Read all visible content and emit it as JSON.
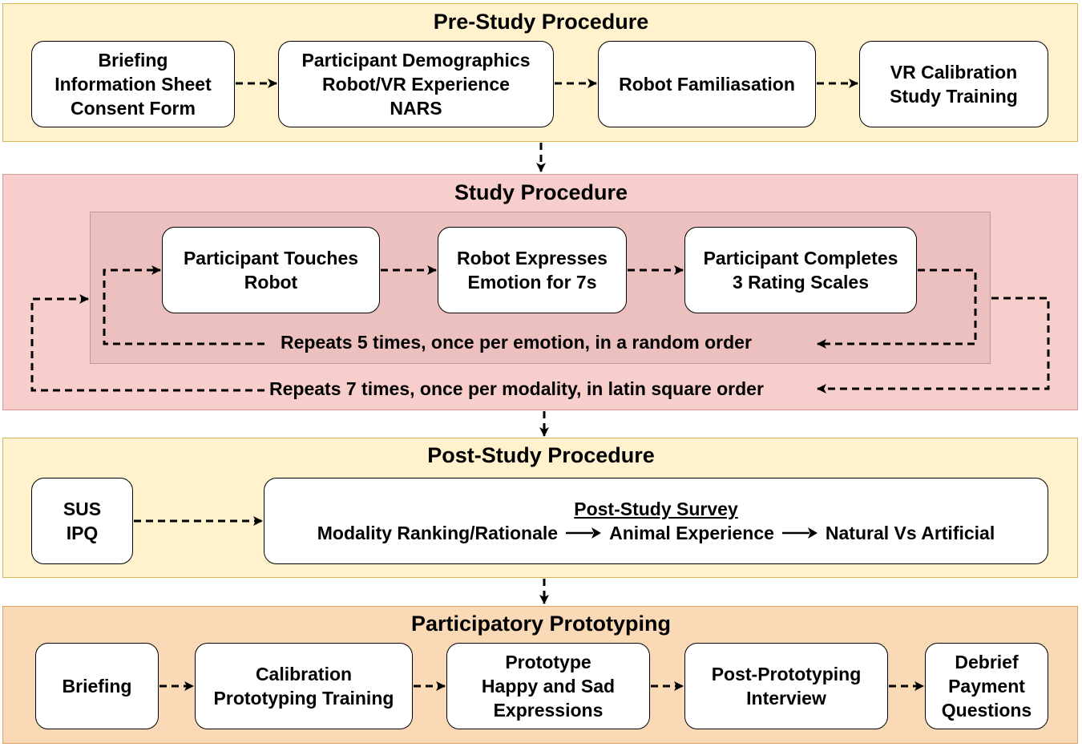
{
  "pre_study": {
    "title": "Pre-Study Procedure",
    "boxes": [
      [
        "Briefing",
        "Information Sheet",
        "Consent Form"
      ],
      [
        "Participant Demographics",
        "Robot/VR Experience",
        "NARS"
      ],
      [
        "Robot Familiasation"
      ],
      [
        "VR Calibration",
        "Study Training"
      ]
    ]
  },
  "study": {
    "title": "Study Procedure",
    "boxes": [
      [
        "Participant Touches",
        "Robot"
      ],
      [
        "Robot Expresses",
        "Emotion for 7s"
      ],
      [
        "Participant Completes",
        "3 Rating Scales"
      ]
    ],
    "inner_loop_label": "Repeats 5 times, once per emotion, in a random order",
    "outer_loop_label": "Repeats 7 times, once per modality, in latin square order"
  },
  "post_study": {
    "title": "Post-Study Procedure",
    "questionnaires": [
      "SUS",
      "IPQ"
    ],
    "survey": {
      "title": "Post-Study Survey",
      "items": [
        "Modality Ranking/Rationale",
        "Animal Experience",
        "Natural Vs Artificial"
      ]
    }
  },
  "prototyping": {
    "title": "Participatory Prototyping",
    "boxes": [
      [
        "Briefing"
      ],
      [
        "Calibration",
        "Prototyping Training"
      ],
      [
        "Prototype",
        "Happy and Sad",
        "Expressions"
      ],
      [
        "Post-Prototyping",
        "Interview"
      ],
      [
        "Debrief",
        "Payment",
        "Questions"
      ]
    ]
  },
  "colors": {
    "pre_study_fill": "#fff2cc",
    "study_fill": "#f8cecc",
    "study_inner_fill": "#ebc0bf",
    "post_study_fill": "#fff2cc",
    "prototyping_fill": "#fad9b7"
  }
}
